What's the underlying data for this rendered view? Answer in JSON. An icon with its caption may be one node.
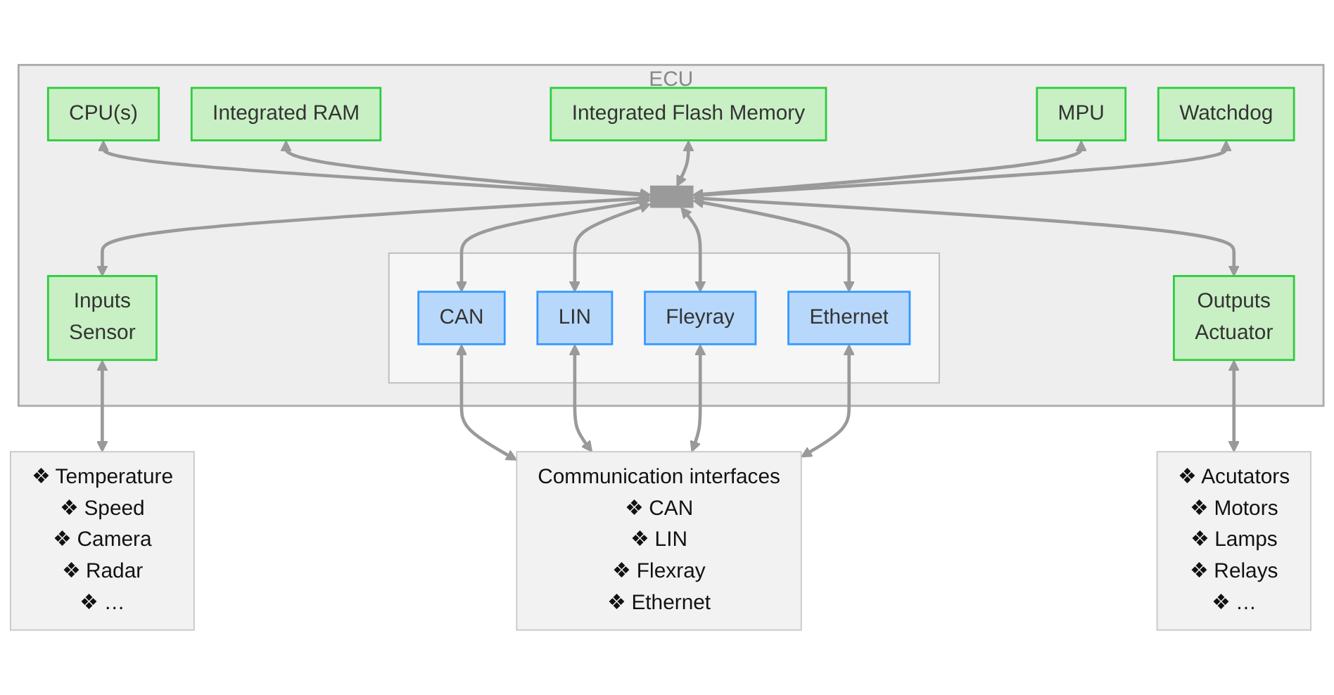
{
  "diagram": {
    "nodes": [
      {
        "text": [
          "ECU"
        ]
      },
      {
        "text": [
          "CPU(s)"
        ],
        "in": 0
      },
      {
        "text": [
          "Integrated RAM"
        ],
        "in": 0
      },
      {
        "text": [
          "Integrated Flash Memory"
        ],
        "in": 0
      },
      {
        "text": [
          "MPU"
        ],
        "in": 0
      },
      {
        "text": [
          "Watchdog"
        ],
        "in": 0
      },
      {
        "text": [],
        "shape": "bar",
        "in": 0
      },
      {
        "text": [
          "Inputs",
          "Sensor"
        ],
        "in": 0
      },
      {
        "text": [],
        "shape": "box",
        "in": 0
      },
      {
        "text": [
          "CAN"
        ],
        "in": 8
      },
      {
        "text": [
          "LIN"
        ],
        "in": 8
      },
      {
        "text": [
          "Fleyray"
        ],
        "in": 8
      },
      {
        "text": [
          "Ethernet"
        ],
        "in": 8
      },
      {
        "text": [
          "Outputs",
          "Actuator"
        ],
        "in": 0
      },
      {
        "text": [
          "❖ Temperature",
          "❖ Speed",
          "❖ Camera",
          "❖ Radar",
          "❖ …"
        ]
      },
      {
        "text": [
          "Communication interfaces",
          "❖ CAN",
          "❖ LIN",
          "❖ Flexray",
          "❖ Ethernet"
        ]
      },
      {
        "text": [
          "❖ Acutators",
          "❖ Motors",
          "❖ Lamps",
          "❖ Relays",
          "❖ …"
        ]
      }
    ],
    "edges": [
      {
        "from": 1,
        "to": 6,
        "arrow": "both"
      },
      {
        "from": 2,
        "to": 6,
        "arrow": "both"
      },
      {
        "from": 3,
        "to": 6,
        "arrow": "both"
      },
      {
        "from": 4,
        "to": 6,
        "arrow": "both"
      },
      {
        "from": 5,
        "to": 6,
        "arrow": "both"
      },
      {
        "from": 6,
        "to": 7,
        "arrow": "both"
      },
      {
        "from": 6,
        "to": 9,
        "arrow": "both"
      },
      {
        "from": 6,
        "to": 10,
        "arrow": "both"
      },
      {
        "from": 6,
        "to": 11,
        "arrow": "both"
      },
      {
        "from": 6,
        "to": 12,
        "arrow": "both"
      },
      {
        "from": 6,
        "to": 13,
        "arrow": "both"
      },
      {
        "from": 7,
        "to": 14,
        "arrow": "both"
      },
      {
        "from": 9,
        "to": 15,
        "arrow": "both"
      },
      {
        "from": 10,
        "to": 15,
        "arrow": "both"
      },
      {
        "from": 11,
        "to": 15,
        "arrow": "both"
      },
      {
        "from": 12,
        "to": 15,
        "arrow": "both"
      },
      {
        "from": 13,
        "to": 16,
        "arrow": "both"
      }
    ]
  }
}
